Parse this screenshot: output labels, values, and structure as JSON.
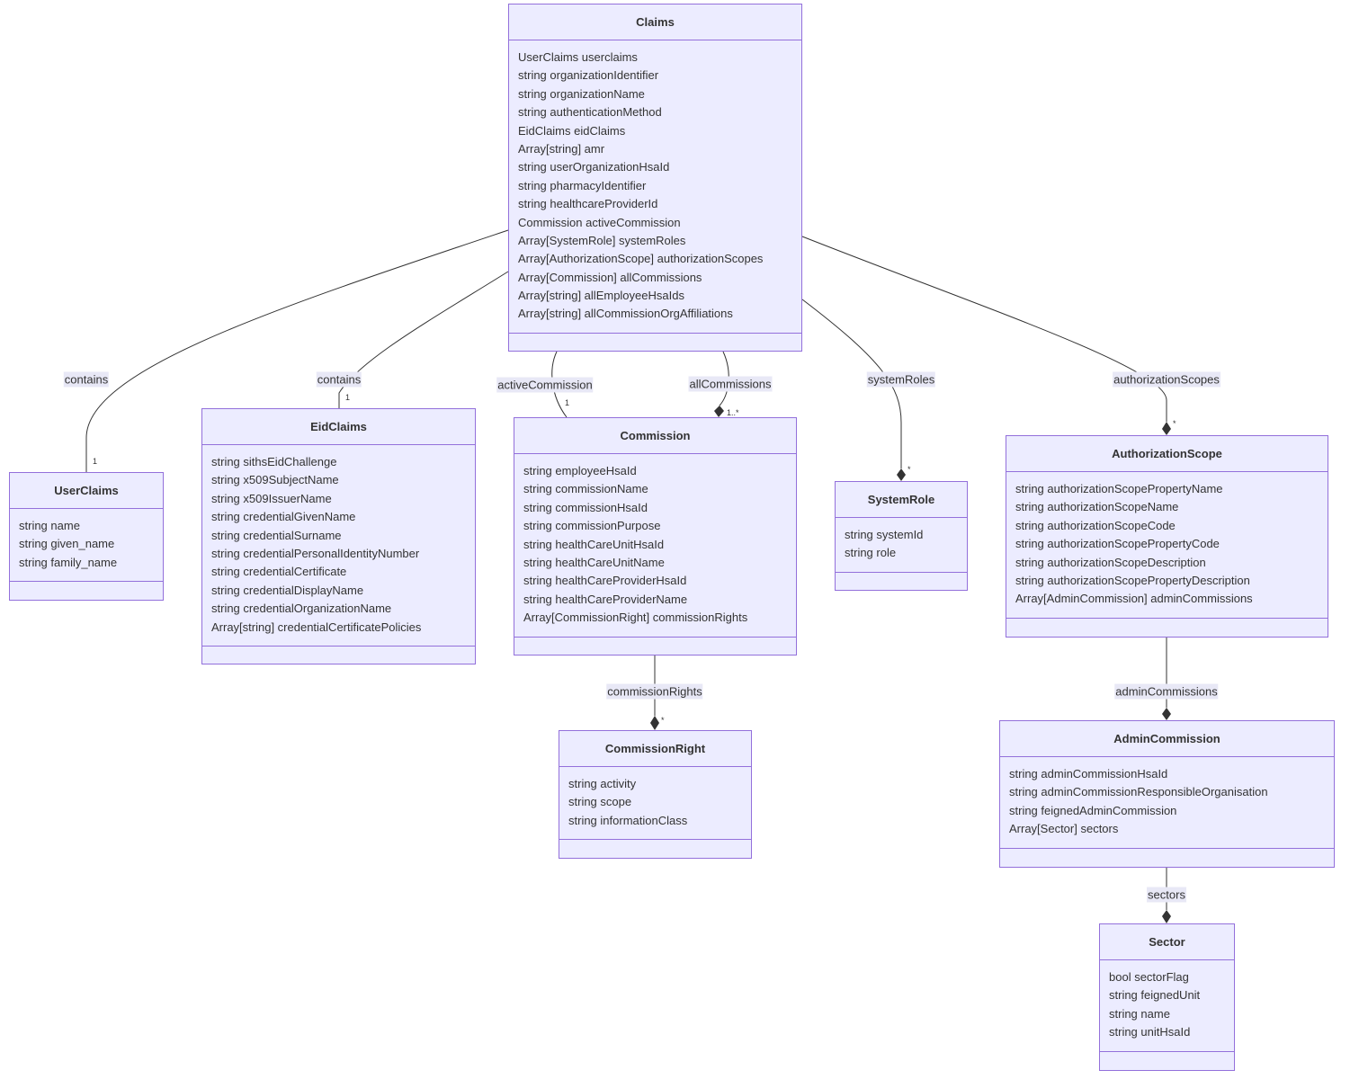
{
  "classes": {
    "claims": {
      "name": "Claims",
      "attributes": [
        "UserClaims userclaims",
        "string organizationIdentifier",
        "string organizationName",
        "string authenticationMethod",
        "EidClaims eidClaims",
        "Array[string] amr",
        "string userOrganizationHsaId",
        "string pharmacyIdentifier",
        "string healthcareProviderId",
        "Commission activeCommission",
        "Array[SystemRole] systemRoles",
        "Array[AuthorizationScope] authorizationScopes",
        "Array[Commission] allCommissions",
        "Array[string] allEmployeeHsaIds",
        "Array[string] allCommissionOrgAffiliations"
      ]
    },
    "userclaims": {
      "name": "UserClaims",
      "attributes": [
        "string name",
        "string given_name",
        "string family_name"
      ]
    },
    "eidclaims": {
      "name": "EidClaims",
      "attributes": [
        "string sithsEidChallenge",
        "string x509SubjectName",
        "string x509IssuerName",
        "string credentialGivenName",
        "string credentialSurname",
        "string credentialPersonalIdentityNumber",
        "string credentialCertificate",
        "string credentialDisplayName",
        "string credentialOrganizationName",
        "Array[string] credentialCertificatePolicies"
      ]
    },
    "commission": {
      "name": "Commission",
      "attributes": [
        "string employeeHsaId",
        "string commissionName",
        "string commissionHsaId",
        "string commissionPurpose",
        "string healthCareUnitHsaId",
        "string healthCareUnitName",
        "string healthCareProviderHsaId",
        "string healthCareProviderName",
        "Array[CommissionRight] commissionRights"
      ]
    },
    "systemrole": {
      "name": "SystemRole",
      "attributes": [
        "string systemId",
        "string role"
      ]
    },
    "authscope": {
      "name": "AuthorizationScope",
      "attributes": [
        "string authorizationScopePropertyName",
        "string authorizationScopeName",
        "string authorizationScopeCode",
        "string authorizationScopePropertyCode",
        "string authorizationScopeDescription",
        "string authorizationScopePropertyDescription",
        "Array[AdminCommission] adminCommissions"
      ]
    },
    "commissionright": {
      "name": "CommissionRight",
      "attributes": [
        "string activity",
        "string scope",
        "string informationClass"
      ]
    },
    "admincommission": {
      "name": "AdminCommission",
      "attributes": [
        "string adminCommissionHsaId",
        "string adminCommissionResponsibleOrganisation",
        "string feignedAdminCommission",
        "Array[Sector] sectors"
      ]
    },
    "sector": {
      "name": "Sector",
      "attributes": [
        "bool sectorFlag",
        "string feignedUnit",
        "string name",
        "string unitHsaId"
      ]
    }
  },
  "relations": [
    {
      "id": "r1",
      "label": "contains",
      "cardinality": "1",
      "kind": "association"
    },
    {
      "id": "r2",
      "label": "contains",
      "cardinality": "1",
      "kind": "association"
    },
    {
      "id": "r3",
      "label": "activeCommission",
      "cardinality": "1",
      "kind": "association"
    },
    {
      "id": "r4",
      "label": "allCommissions",
      "cardinality": "1..*",
      "kind": "composition"
    },
    {
      "id": "r5",
      "label": "systemRoles",
      "cardinality": "*",
      "kind": "composition"
    },
    {
      "id": "r6",
      "label": "authorizationScopes",
      "cardinality": "*",
      "kind": "composition"
    },
    {
      "id": "r7",
      "label": "commissionRights",
      "cardinality": "*",
      "kind": "composition"
    },
    {
      "id": "r8",
      "label": "adminCommissions",
      "cardinality": "",
      "kind": "composition"
    },
    {
      "id": "r9",
      "label": "sectors",
      "cardinality": "",
      "kind": "composition"
    }
  ],
  "colors": {
    "node_fill": "#ececff",
    "node_border": "#9370db",
    "edge": "#333333",
    "label_bg": "#e8e8f6",
    "text": "#333333"
  }
}
